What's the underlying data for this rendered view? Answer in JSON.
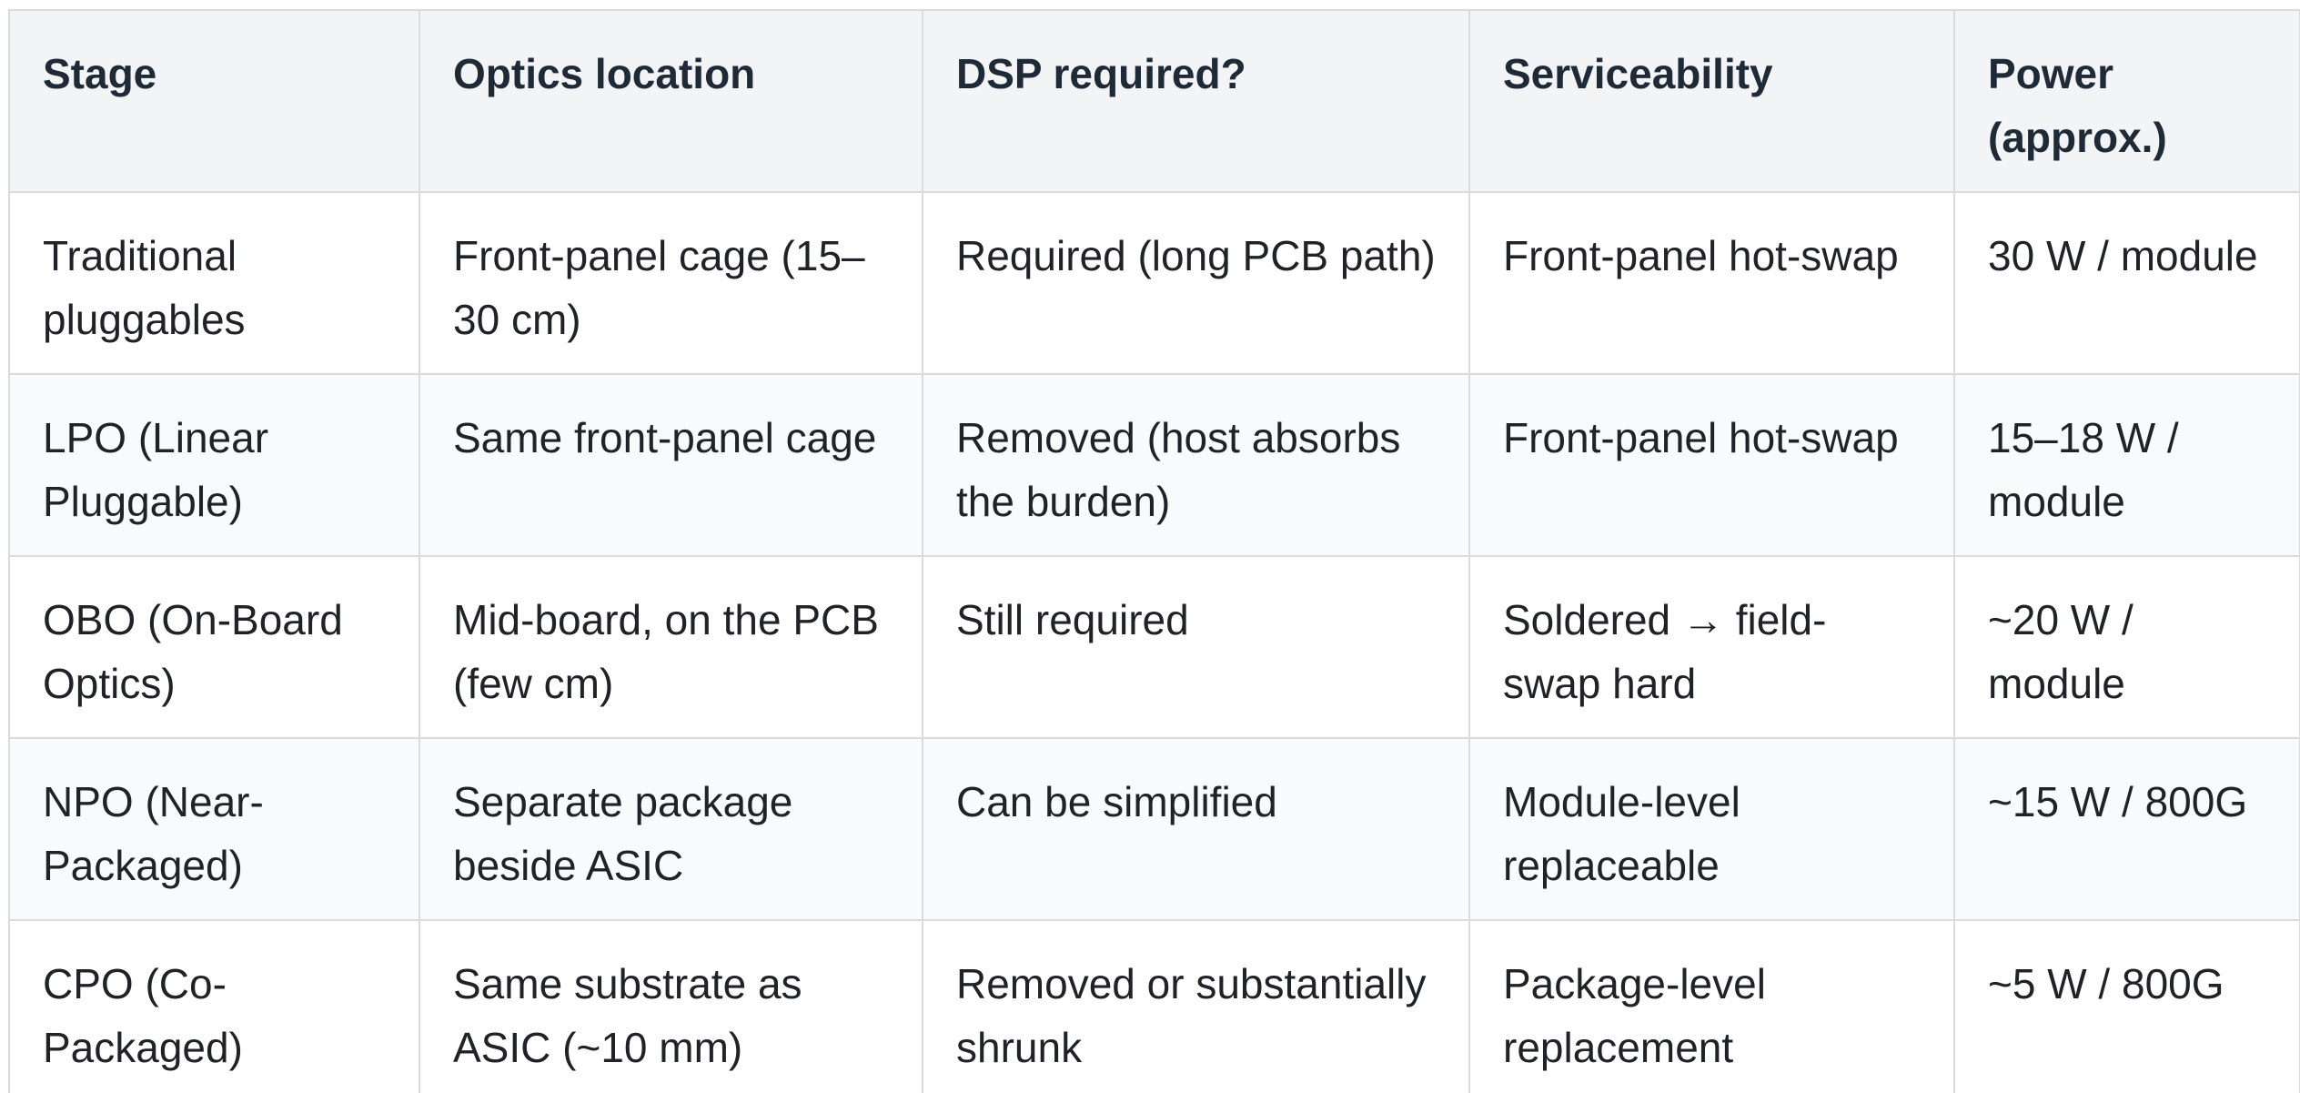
{
  "table": {
    "headers": [
      "Stage",
      "Optics location",
      "DSP required?",
      "Serviceability",
      "Power (approx.)"
    ],
    "rows": [
      [
        "Traditional pluggables",
        "Front-panel cage (15–30 cm)",
        "Required (long PCB path)",
        "Front-panel hot-swap",
        "30 W / module"
      ],
      [
        "LPO (Linear Pluggable)",
        "Same front-panel cage",
        "Removed (host absorbs the burden)",
        "Front-panel hot-swap",
        "15–18 W / module"
      ],
      [
        "OBO (On-Board Optics)",
        "Mid-board, on the PCB (few cm)",
        "Still required",
        "Soldered → field-swap hard",
        "~20 W / module"
      ],
      [
        "NPO (Near-Packaged)",
        "Separate package beside ASIC",
        "Can be simplified",
        "Module-level replaceable",
        "~15 W / 800G"
      ],
      [
        "CPO (Co-Packaged)",
        "Same substrate as ASIC (~10 mm)",
        "Removed or substantially shrunk",
        "Package-level replacement",
        "~5 W / 800G"
      ]
    ]
  }
}
